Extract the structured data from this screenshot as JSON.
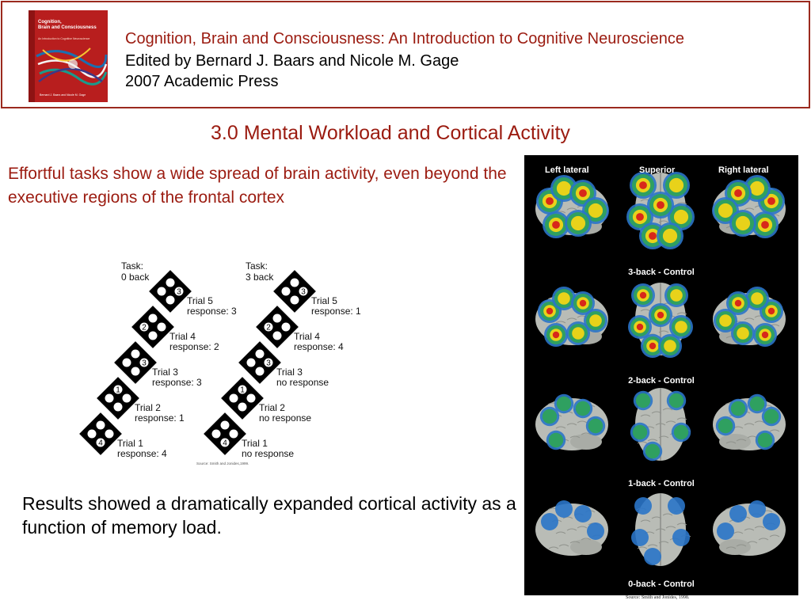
{
  "header": {
    "book_title": "Cognition, Brain and Consciousness: An Introduction to Cognitive Neuroscience",
    "editors": "Edited by Bernard J. Baars and Nicole M. Gage",
    "publisher": "2007 Academic Press",
    "cover": {
      "title_line1": "Cognition,",
      "title_line2": "Brain and Consciousness",
      "subtitle": "An Introduction to Cognitive Neuroscience",
      "editors": "Bernard J. Baars and Nicole M. Gage"
    }
  },
  "slide": {
    "title": "3.0 Mental Workload and Cortical Activity",
    "intro": "Effortful tasks show a wide spread of brain activity, even beyond the executive regions of the frontal cortex",
    "results": "Results showed a dramatically expanded cortical activity as a function of memory load."
  },
  "task_figure": {
    "source": "Source: Smith and Jonides,1999.",
    "conditions": [
      {
        "task_label": "Task:",
        "condition": "0 back",
        "trials": [
          {
            "stimulus": "3",
            "trial": "Trial 5",
            "response": "response: 3"
          },
          {
            "stimulus": "2",
            "trial": "Trial 4",
            "response": "response: 2"
          },
          {
            "stimulus": "3",
            "trial": "Trial 3",
            "response": "response: 3"
          },
          {
            "stimulus": "1",
            "trial": "Trial 2",
            "response": "response: 1"
          },
          {
            "stimulus": "4",
            "trial": "Trial 1",
            "response": "response: 4"
          }
        ]
      },
      {
        "task_label": "Task:",
        "condition": "3 back",
        "trials": [
          {
            "stimulus": "3",
            "trial": "Trial 5",
            "response": "response: 1"
          },
          {
            "stimulus": "2",
            "trial": "Trial 4",
            "response": "response: 4"
          },
          {
            "stimulus": "3",
            "trial": "Trial 3",
            "response": "no response"
          },
          {
            "stimulus": "1",
            "trial": "Trial 2",
            "response": "no response"
          },
          {
            "stimulus": "4",
            "trial": "Trial 1",
            "response": "no response"
          }
        ]
      }
    ]
  },
  "brain_panel": {
    "view_labels": [
      "Left lateral",
      "Superior",
      "Right lateral"
    ],
    "row_labels": [
      "3-back - Control",
      "2-back - Control",
      "1-back - Control",
      "0-back - Control"
    ],
    "source": "Source: Smith and Jonides, 1998.",
    "colors": {
      "brain": "#b9bcb6",
      "low": "#2a74c8",
      "mid": "#2fa060",
      "high": "#e8d21a",
      "peak": "#d8281a"
    }
  }
}
